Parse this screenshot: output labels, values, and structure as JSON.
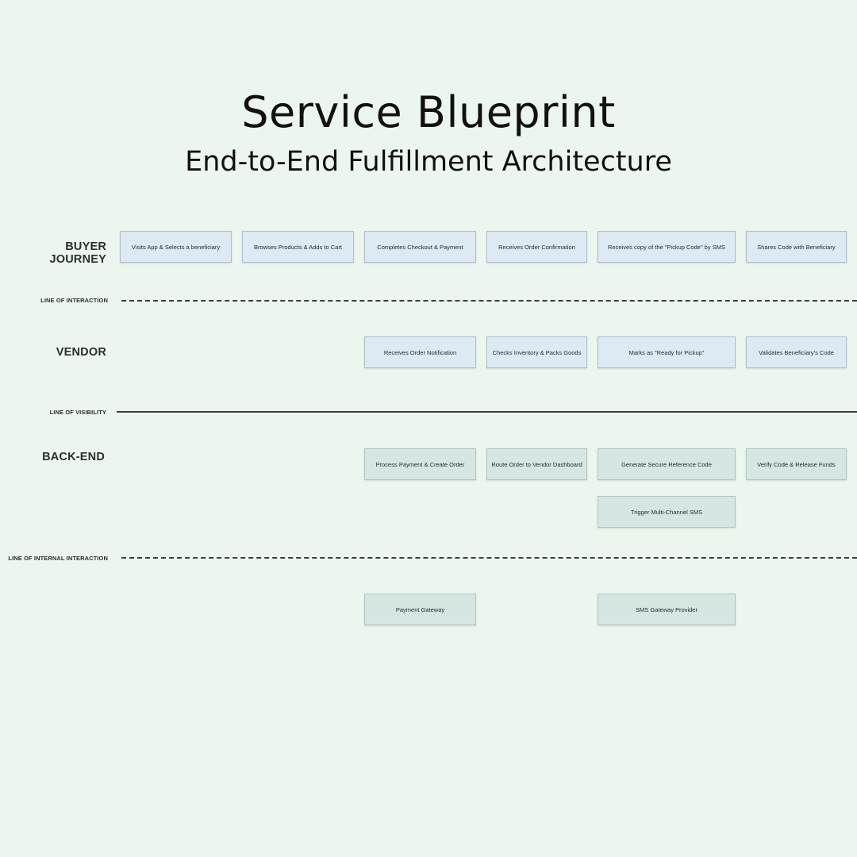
{
  "title": "Service Blueprint",
  "subtitle": "End-to-End Fulfillment Architecture",
  "lanes": {
    "buyer": "BUYER JOURNEY",
    "vendor": "VENDOR",
    "backend": "BACK-END"
  },
  "lines": {
    "interaction": "LINE OF INTERACTION",
    "visibility": "LINE OF VISIBILITY",
    "internal": "LINE OF INTERNAL INTERACTION"
  },
  "buyer_steps": [
    "Visits App & Selects a beneficiary",
    "Browses Products & Adds to Cart",
    "Completes Checkout & Payment",
    "Receives Order Confirmation",
    "Receives copy of the \"Pickup Code\" by SMS",
    "Shares Code with Beneficiary"
  ],
  "vendor_steps": [
    "Receives Order Notification",
    "Checks Inventory & Packs Goods",
    "Marks as \"Ready for Pickup\"",
    "Validates Beneficiary's Code"
  ],
  "backend_steps": [
    "Process Payment & Create Order",
    "Route Order to Vendor Dashboard",
    "Generate Secure Reference Code",
    "Verify Code & Release Funds"
  ],
  "backend_extra": "Trigger Multi-Channel SMS",
  "support_systems": [
    "Payment Gateway",
    "SMS Gateway Provider"
  ]
}
